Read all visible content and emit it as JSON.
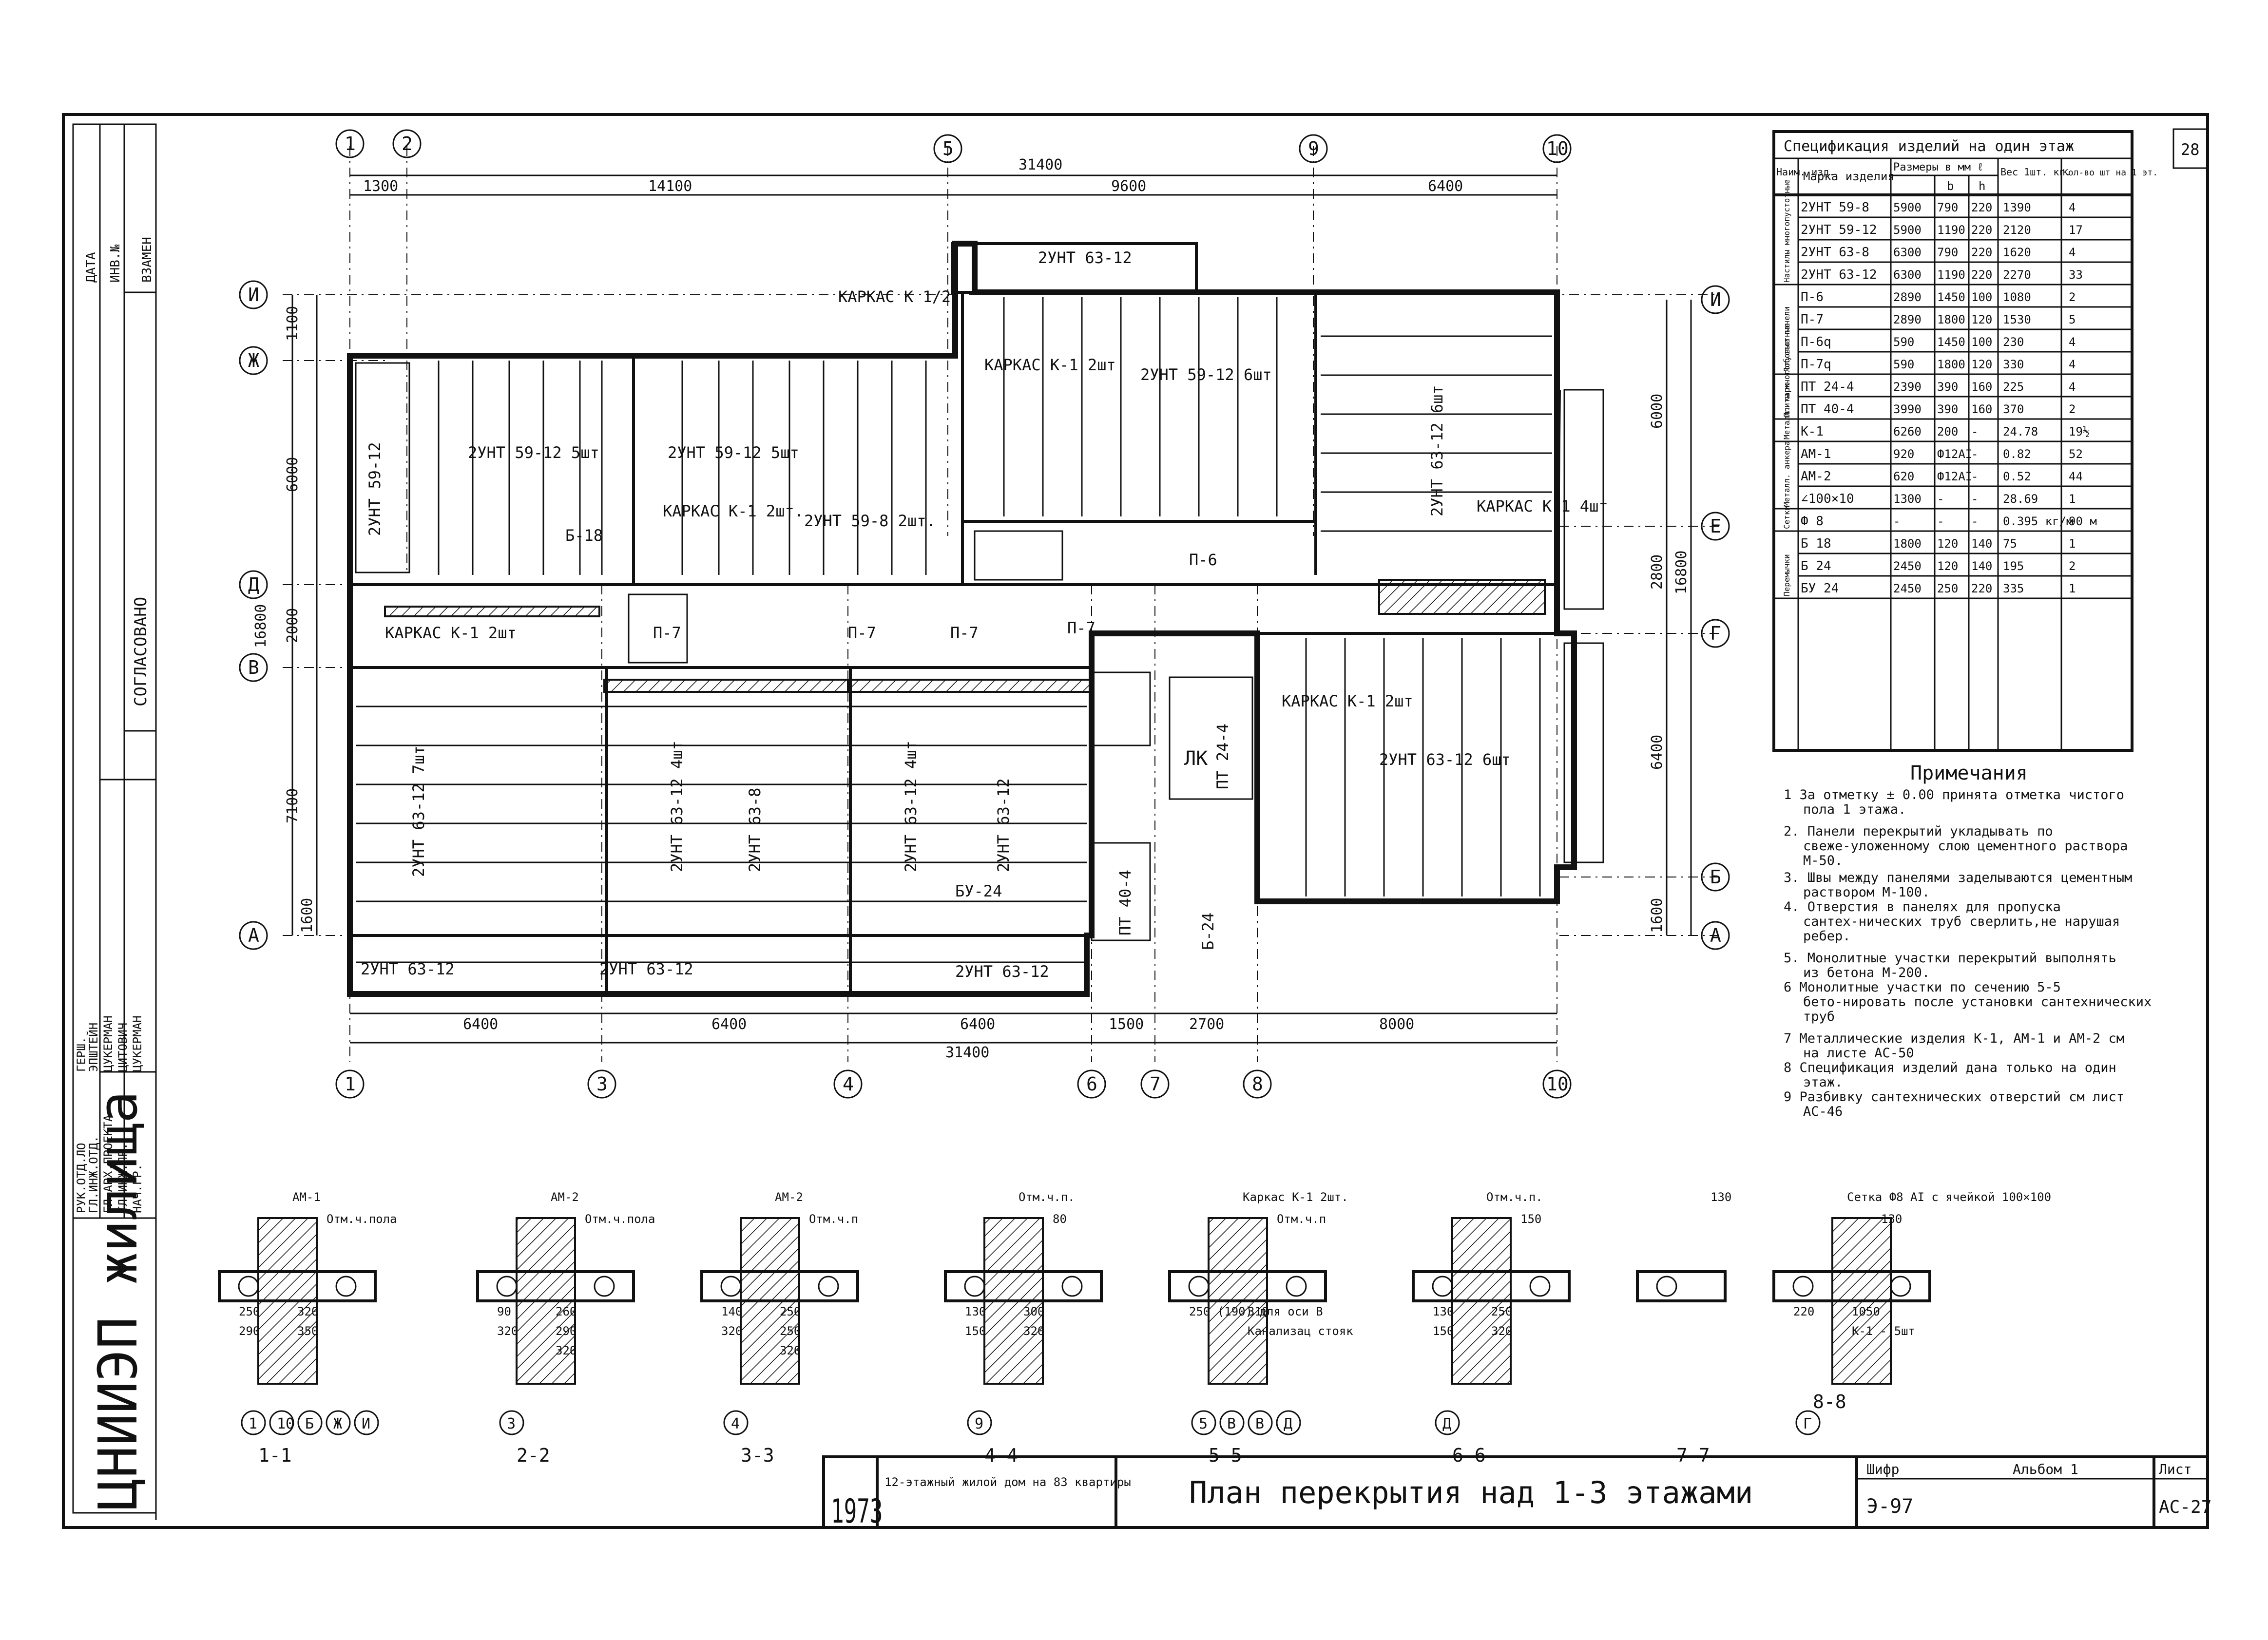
{
  "sheet_number": "28",
  "stamp": {
    "org": "ЦНИИЭП жилища",
    "roles": [
      "РУК.ОТД.ЛО",
      "ГЛ.ИНЖ.ОТД.",
      "ГЛ.АРХ.ПРОЕКТА",
      "ГЛ.ИНЖ.ПР.",
      "НАЧ.ГР."
    ],
    "names": [
      "ГЕРШ.",
      "ЭПШТЕЙН",
      "ЦУКЕРМАН",
      "ЦИТОВИЧ",
      "ЦУКЕРМАН"
    ],
    "agreed": "СОГЛАСОВАНО",
    "columns": [
      "ДАТА",
      "ИНВ.№",
      "ВЗАМЕН"
    ]
  },
  "plan": {
    "total_width": "31400",
    "total_height": "16800",
    "top_dims": [
      "1300",
      "14100",
      "9600",
      "6400"
    ],
    "bottom_dims": [
      "6400",
      "6400",
      "6400",
      "1500",
      "2700",
      "8000"
    ],
    "left_dims": [
      "1100",
      "6000",
      "2000",
      "7100",
      "1600"
    ],
    "right_dims": [
      "6000",
      "2800",
      "6400",
      "1600"
    ],
    "axes_top": [
      "1",
      "2",
      "5",
      "9",
      "10"
    ],
    "axes_bottom": [
      "1",
      "3",
      "4",
      "6",
      "7",
      "8",
      "10"
    ],
    "axes_left": [
      "И",
      "Ж",
      "Д",
      "В",
      "А"
    ],
    "axes_right": [
      "И",
      "Е",
      "Г",
      "Б",
      "А"
    ],
    "labels": [
      "2УНТ 59-12 5шт",
      "2УНТ 59-12 5шт",
      "2УНТ 59-8 2шт.",
      "КАРКАС К-1 2шт.",
      "2УНТ 59-12 6шт",
      "КАРКАС К-1 2шт",
      "2УНТ 63-12",
      "КАРКАС К 1/2",
      "КАРКАС К-1 4шт",
      "2УНТ 63-12 6шт",
      "2УНТ 63-12 7шт",
      "2УНТ 63-12 4шт",
      "2УНТ 63-8",
      "2УНТ 63-12 4шт",
      "2УНТ 63-12",
      "2УНТ 63-12",
      "П-7",
      "П-6",
      "П-7",
      "П-7",
      "П-7",
      "Б-18",
      "Б-24",
      "БУ-24",
      "ЛК",
      "ПТ 24-4",
      "ПТ 40-4",
      "2УНТ 63-12",
      "2УНТ 59-12",
      "КАРКАС К-1 2шт",
      "КАРКАС К-1 2шт",
      "2УНТ 63-12 6шт",
      "2УНТ 63-12"
    ],
    "cuts": [
      "1",
      "2",
      "3",
      "4",
      "5",
      "6",
      "7"
    ]
  },
  "spec": {
    "title": "Спецификация изделий на один этаж",
    "headers": [
      "Наим. изд.",
      "Марка изделия",
      "Размеры в мм ℓ",
      "b",
      "h",
      "Вес 1шт. кг.",
      "Кол-во шт на 1 эт."
    ],
    "groups": [
      {
        "name": "Настилы многопустотные",
        "rows": [
          [
            "2УНТ 59-8",
            "5900",
            "790",
            "220",
            "1390",
            "4"
          ],
          [
            "2УНТ 59-12",
            "5900",
            "1190",
            "220",
            "2120",
            "17"
          ],
          [
            "2УНТ 63-8",
            "6300",
            "790",
            "220",
            "1620",
            "4"
          ],
          [
            "2УНТ 63-12",
            "6300",
            "1190",
            "220",
            "2270",
            "33"
          ]
        ]
      },
      {
        "name": "Лобовые панели",
        "rows": [
          [
            "П-6",
            "2890",
            "1450",
            "100",
            "1080",
            "2"
          ],
          [
            "П-7",
            "2890",
            "1800",
            "120",
            "1530",
            "5"
          ],
          [
            "П-6q",
            "590",
            "1450",
            "100",
            "230",
            "4"
          ],
          [
            "П-7q",
            "590",
            "1800",
            "120",
            "330",
            "4"
          ]
        ]
      },
      {
        "name": "Плиты многопустотные",
        "rows": [
          [
            "ПТ 24-4",
            "2390",
            "390",
            "160",
            "225",
            "4"
          ],
          [
            "ПТ 40-4",
            "3990",
            "390",
            "160",
            "370",
            "2"
          ]
        ]
      },
      {
        "name": "Металл. карк.",
        "rows": [
          [
            "К-1",
            "6260",
            "200",
            "-",
            "24.78",
            "19½"
          ]
        ]
      },
      {
        "name": "Металл. анкера",
        "rows": [
          [
            "АМ-1",
            "920",
            "Ф12АI",
            "-",
            "0.82",
            "52"
          ],
          [
            "АМ-2",
            "620",
            "Ф12АI",
            "-",
            "0.52",
            "44"
          ],
          [
            "∠100×10",
            "1300",
            "-",
            "-",
            "28.69",
            "1"
          ]
        ]
      },
      {
        "name": "Сетки",
        "rows": [
          [
            "Ф 8",
            "-",
            "-",
            "-",
            "0.395 кг/м",
            "90 м"
          ]
        ]
      },
      {
        "name": "Перемычки",
        "rows": [
          [
            "Б 18",
            "1800",
            "120",
            "140",
            "75",
            "1"
          ],
          [
            "Б 24",
            "2450",
            "120",
            "140",
            "195",
            "2"
          ],
          [
            "БУ 24",
            "2450",
            "250",
            "220",
            "335",
            "1"
          ]
        ]
      }
    ]
  },
  "notes": {
    "title": "Примечания",
    "items": [
      "1 За отметку ± 0.00 принята отметка чистого пола 1 этажа.",
      "2. Панели перекрытий укладывать по свеже-уложенному слою цементного раствора М-50.",
      "3. Швы между панелями заделываются цементным раствором М-100.",
      "4. Отверстия в панелях для пропуска сантех-нических труб сверлить,не нарушая ребер.",
      "5. Монолитные участки перекрытий выполнять из бетона М-200.",
      "6 Монолитные участки по сечению 5-5 бето-нировать после установки сантехнических труб",
      "7 Металлические изделия К-1, АМ-1 и АМ-2 см на листе АС-50",
      "8 Спецификация изделий дана только на один этаж.",
      "9 Разбивку сантехнических отверстий см лист АС-46"
    ]
  },
  "sections": [
    {
      "name": "1-1",
      "axes": [
        "1",
        "10",
        "Б",
        "Ж",
        "И"
      ],
      "labels": [
        "АМ-1",
        "Отм.ч.пола",
        "320",
        "250",
        "350",
        "290"
      ]
    },
    {
      "name": "2-2",
      "axes": [
        "3"
      ],
      "labels": [
        "АМ-2",
        "Отм.ч.пола",
        "260",
        "90",
        "290",
        "320",
        "320"
      ]
    },
    {
      "name": "3-3",
      "axes": [
        "4"
      ],
      "labels": [
        "АМ-2",
        "Отм.ч.п",
        "250",
        "140",
        "250",
        "320",
        "320"
      ]
    },
    {
      "name": "4-4",
      "axes": [
        "9"
      ],
      "labels": [
        "Отм.ч.п.",
        "80",
        "300",
        "130",
        "320",
        "150"
      ]
    },
    {
      "name": "5-5",
      "axes": [
        "5",
        "В",
        "В",
        "Д"
      ],
      "labels": [
        "Каркас К-1 2шт.",
        "Отм.ч.п",
        "310",
        "250 (190) для оси В",
        "Канализац стояк"
      ]
    },
    {
      "name": "6-6",
      "axes": [
        "Д"
      ],
      "labels": [
        "Отм.ч.п.",
        "150",
        "250",
        "130",
        "320",
        "150"
      ]
    },
    {
      "name": "7-7",
      "axes": [],
      "labels": [
        "130"
      ]
    },
    {
      "name": "8-8",
      "axes": [
        "Г"
      ],
      "labels": [
        "Сетка Ф8 АI с ячейкой 100×100",
        "130",
        "1050",
        "220",
        "К-1 - 5шт"
      ]
    }
  ],
  "title_block": {
    "year": "1973",
    "project": "12-этажный жилой дом на 83 квартиры",
    "sheet_title": "План перекрытия над 1-3 этажами",
    "cipher_label": "Шифр",
    "cipher": "Э-97",
    "album": "Альбом 1",
    "sheet_label": "Лист",
    "sheet": "АС-27"
  }
}
